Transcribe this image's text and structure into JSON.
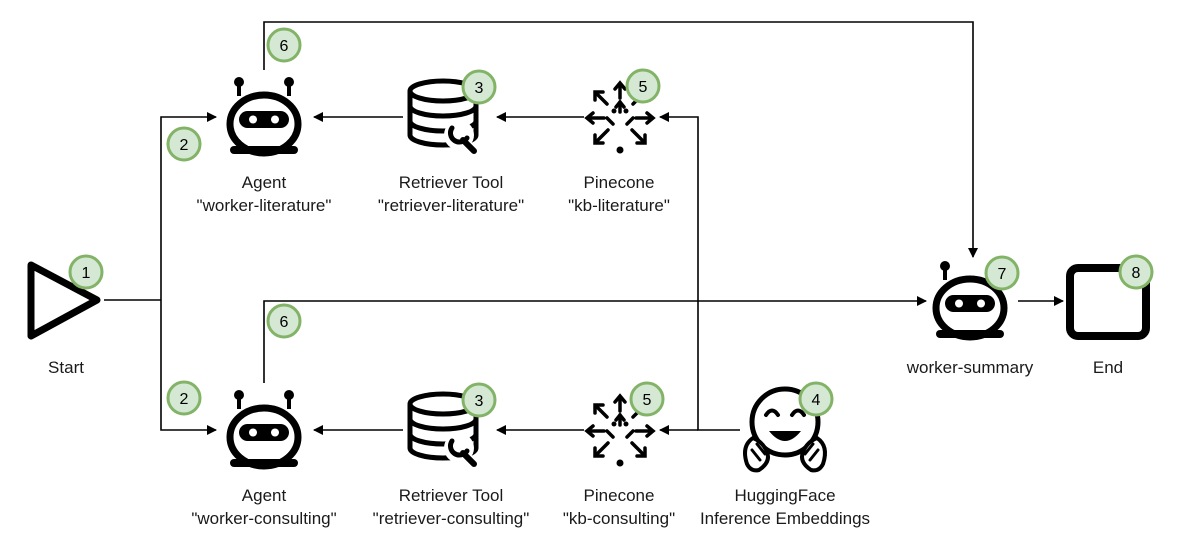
{
  "nodes": {
    "start": {
      "label": "Start",
      "badge": "1",
      "icon": "play-icon"
    },
    "agent_literature": {
      "label_line1": "Agent",
      "label_line2": "\"worker-literature\"",
      "badge_main": "2",
      "badge_top": "6",
      "icon": "robot-icon"
    },
    "retriever_literature": {
      "label_line1": "Retriever Tool",
      "label_line2": "\"retriever-literature\"",
      "badge": "3",
      "icon": "database-wrench-icon"
    },
    "pinecone_literature": {
      "label_line1": "Pinecone",
      "label_line2": "\"kb-literature\"",
      "badge": "5",
      "icon": "pinecone-icon"
    },
    "agent_consulting": {
      "label_line1": "Agent",
      "label_line2": "\"worker-consulting\"",
      "badge_main": "2",
      "badge_top": "6",
      "icon": "robot-icon"
    },
    "retriever_consulting": {
      "label_line1": "Retriever Tool",
      "label_line2": "\"retriever-consulting\"",
      "badge": "3",
      "icon": "database-wrench-icon"
    },
    "pinecone_consulting": {
      "label_line1": "Pinecone",
      "label_line2": "\"kb-consulting\"",
      "badge": "5",
      "icon": "pinecone-icon"
    },
    "huggingface": {
      "label_line1": "HuggingFace",
      "label_line2": "Inference Embeddings",
      "badge": "4",
      "icon": "hugging-face-icon"
    },
    "worker_summary": {
      "label": "worker-summary",
      "badge": "7",
      "icon": "robot-icon"
    },
    "end": {
      "label": "End",
      "badge": "8",
      "icon": "stop-icon"
    }
  },
  "colors": {
    "badge_fill": "#d5e8d4",
    "badge_stroke": "#82b366",
    "line": "#000000"
  }
}
